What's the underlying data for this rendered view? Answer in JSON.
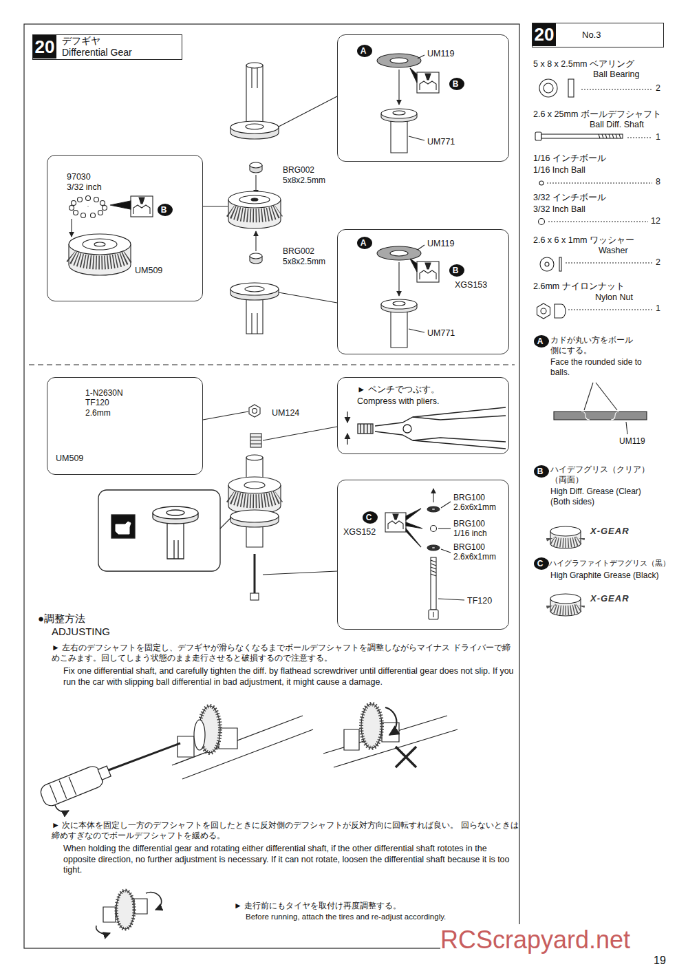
{
  "diagram": {
    "nodes": [
      {
        "text": [
          "20",
          "デフギヤ",
          "Differential Gear"
        ]
      },
      {
        "text": [
          "UM119",
          "UM771"
        ]
      },
      {
        "text": [
          "A"
        ],
        "in": 1
      },
      {
        "text": [
          "B"
        ],
        "in": 1
      },
      {
        "text": [
          "97030 3/32 inch",
          "UM509"
        ]
      },
      {
        "text": [
          "B"
        ],
        "in": 4
      },
      {
        "text": [
          "UM119",
          "XGS153",
          "UM771"
        ]
      },
      {
        "text": [
          "A"
        ],
        "in": 6
      },
      {
        "text": [
          "B"
        ],
        "in": 6
      },
      {
        "text": [
          "1-N2630N TF120 2.6mm",
          "UM509"
        ]
      },
      {
        "text": [
          "► ペンチでつぶす。",
          "Compress with pliers."
        ]
      },
      {
        "text": [
          "BRG100 2.6x6x1mm",
          "BRG100 1/16 inch",
          "BRG100 2.6x6x1mm",
          "XGS152",
          "TF120"
        ]
      },
      {
        "text": [
          "C"
        ],
        "in": 11
      },
      {
        "text": [
          "20",
          "No.3"
        ]
      },
      {
        "text": [
          "A"
        ]
      },
      {
        "text": [
          "B"
        ]
      },
      {
        "text": [
          "C"
        ]
      }
    ],
    "labels": [
      "BRG002 5x8x2.5mm",
      "BRG002 5x8x2.5mm",
      "UM124",
      "●調整方法",
      "ADJUSTING",
      "► 左右のデフシャフトを固定し、デフギヤが滑らなくなるまでボールデフシャフトを調整しながらマイナス ドライバーで締めこみます。回してしまう状態のまま走行させると破損するので注意する。",
      "Fix one differential shaft, and carefully tighten the diff. by flathead screwdriver until differential gear does not slip. If you run the car with slipping ball differential in bad adjustment, it might cause a damage.",
      "► 次に本体を固定し一方のデフシャフトを回したときに反対側のデフシャフトが反対方向に回転すれば良い。 回らないときは締めすぎなのでボールデフシャフトを緩める。",
      "When holding the differential gear and rotating either differential shaft, if the other differential shaft rototes in the opposite direction, no further adjustment is necessary. If it can not rotate, loosen the differential shaft because it is too tight.",
      "► 走行前にもタイヤを取付け再度調整する。",
      "Before running, attach the tires and re-adjust accordingly.",
      "5 x 8 x 2.5mm ベアリング",
      "Ball Bearing",
      "2",
      "2.6 x 25mm ボールデフシャフト",
      "Ball Diff. Shaft",
      "1",
      "1/16 インチボール",
      "1/16 Inch Ball",
      "8",
      "3/32 インチボール",
      "3/32 Inch Ball",
      "12",
      "2.6 x 6 x 1mm ワッシャー",
      "Washer",
      "2",
      "2.6mm ナイロンナット",
      "Nylon Nut",
      "1",
      "カドが丸い方をボール 側にする。",
      "Face the rounded side to balls.",
      "UM119",
      "ハイデフグリス（クリア） （両面）",
      "High Diff. Grease (Clear) (Both sides)",
      "X-GEAR",
      "ハイグラファイトデフグリス（黒）",
      "High Graphite Grease (Black)",
      "X-GEAR",
      "RCScrapyard.net",
      "19"
    ]
  }
}
